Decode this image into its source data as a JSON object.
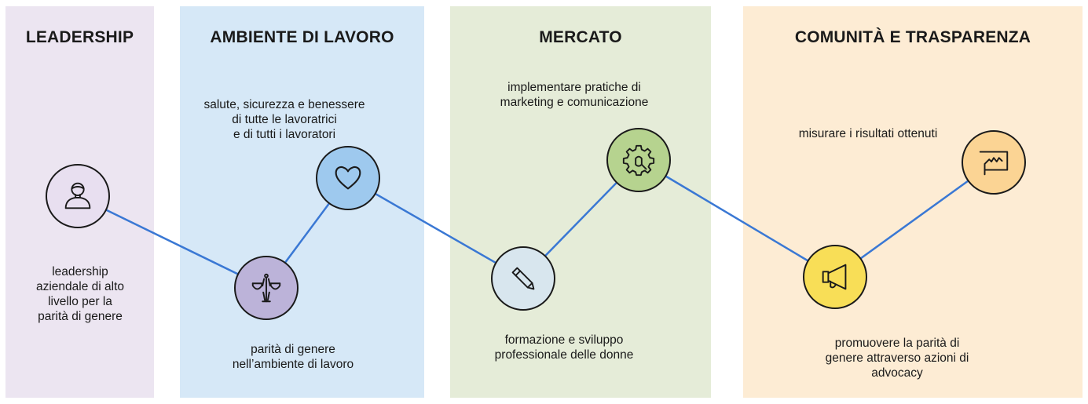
{
  "columns": {
    "leadership": {
      "title": "LEADERSHIP",
      "color": "#ece5f1"
    },
    "ambiente": {
      "title": "AMBIENTE DI LAVORO",
      "color": "#d6e8f7"
    },
    "mercato": {
      "title": "MERCATO",
      "color": "#e5ecd8"
    },
    "comunita": {
      "title": "COMUNITÀ E TRASPARENZA",
      "color": "#fdecd4"
    }
  },
  "nodes": [
    {
      "icon": "person-icon",
      "color": "#e8dff0",
      "label_lines": [
        "leadership",
        "aziendale di alto",
        "livello per la",
        "parità di genere"
      ]
    },
    {
      "icon": "scales-icon",
      "color": "#bcb3d9",
      "label_lines": [
        "parità di genere",
        "nell’ambiente di lavoro"
      ]
    },
    {
      "icon": "heart-icon",
      "color": "#9ec9ee",
      "label_lines": [
        "salute, sicurezza e benessere",
        "di tutte le lavoratrici",
        "e di tutti i lavoratori"
      ]
    },
    {
      "icon": "pencil-icon",
      "color": "#d8e6ee",
      "label_lines": [
        "formazione e sviluppo",
        "professionale delle donne"
      ]
    },
    {
      "icon": "gear-icon",
      "color": "#b6d38f",
      "label_lines": [
        "implementare pratiche di",
        "marketing e comunicazione"
      ]
    },
    {
      "icon": "megaphone-icon",
      "color": "#f8de57",
      "label_lines": [
        "promuovere la parità di",
        "genere attraverso azioni di",
        "advocacy"
      ]
    },
    {
      "icon": "chart-frame-icon",
      "color": "#fbd494",
      "label_lines": [
        "misurare i risultati ottenuti"
      ]
    }
  ],
  "connector_color": "#3a78d4"
}
